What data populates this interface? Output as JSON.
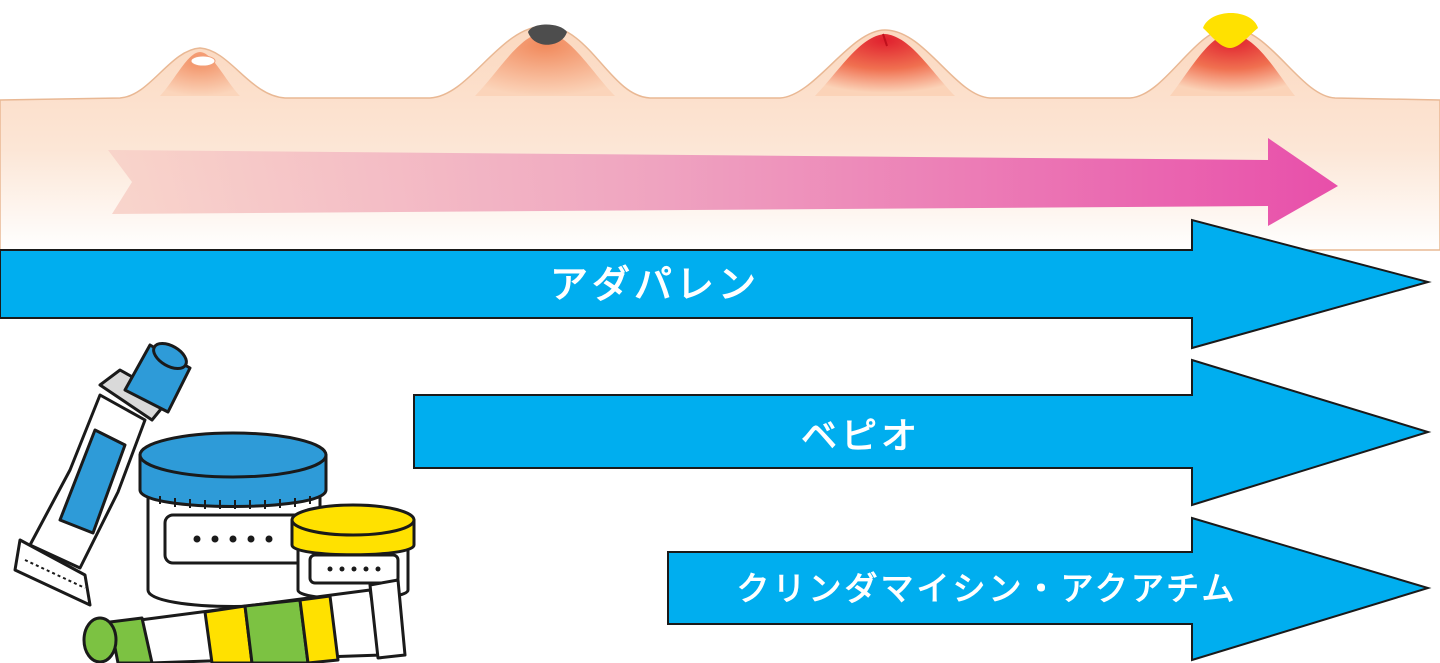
{
  "diagram": {
    "stages": [
      {
        "name": "white-comedo"
      },
      {
        "name": "black-comedo"
      },
      {
        "name": "red-papule"
      },
      {
        "name": "pustule"
      }
    ],
    "treatments": [
      {
        "label": "アダパレン",
        "color": "#00aeef"
      },
      {
        "label": "ベピオ",
        "color": "#00aeef"
      },
      {
        "label": "クリンダマイシン・アクアチム",
        "color": "#00aeef"
      }
    ],
    "colors": {
      "skin_top": "#fbe0c9",
      "skin_bottom": "#ffffff",
      "progression_start": "#f6c3c6",
      "progression_end": "#e84faa",
      "inflamed_red": "#e0202e",
      "pus_yellow": "#ffe100",
      "black_head": "#4d4d4d"
    }
  }
}
